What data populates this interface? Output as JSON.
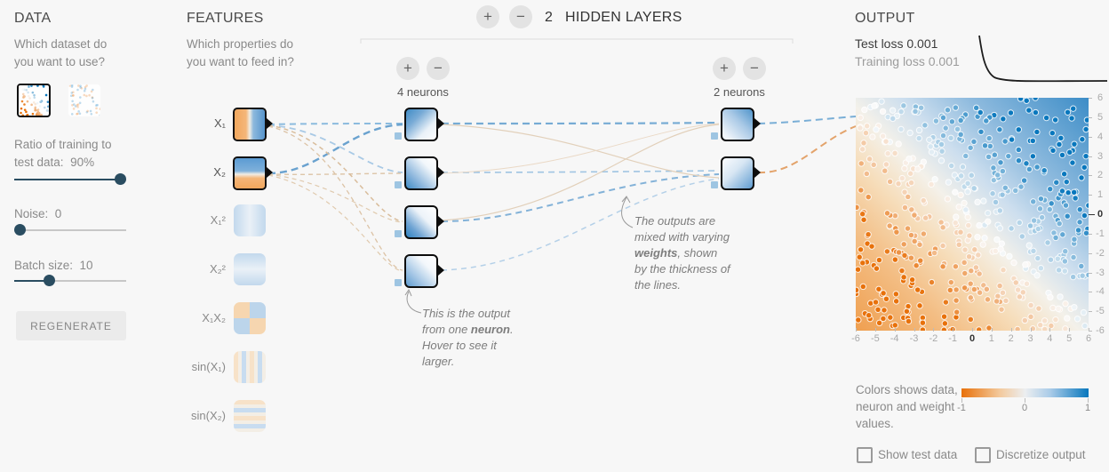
{
  "data_panel": {
    "title": "DATA",
    "question": "Which dataset do you want to use?",
    "ratio_label": "Ratio of training to test data:",
    "ratio_value": "90%",
    "noise_label": "Noise:",
    "noise_value": "0",
    "batch_label": "Batch size:",
    "batch_value": "10",
    "regenerate_label": "REGENERATE",
    "datasets": [
      {
        "name": "plane",
        "selected": true
      },
      {
        "name": "multi-gaussian",
        "selected": false
      }
    ]
  },
  "features_panel": {
    "title": "FEATURES",
    "question": "Which properties do you want to feed in?",
    "items": [
      {
        "label": "X₁",
        "active": true
      },
      {
        "label": "X₂",
        "active": true
      },
      {
        "label": "X₁²",
        "active": false
      },
      {
        "label": "X₂²",
        "active": false
      },
      {
        "label": "X₁X₂",
        "active": false
      },
      {
        "label": "sin(X₁)",
        "active": false
      },
      {
        "label": "sin(X₂)",
        "active": false
      }
    ]
  },
  "network": {
    "plus": "+",
    "minus": "−",
    "layer_count": "2",
    "layers_title": "HIDDEN LAYERS",
    "layers": [
      {
        "neurons_label": "4 neurons"
      },
      {
        "neurons_label": "2 neurons"
      }
    ]
  },
  "callouts": {
    "neuron": {
      "pre": "This is the output from one ",
      "bold": "neuron",
      "post": ". Hover to see it larger."
    },
    "weights": {
      "pre": "The outputs are mixed with varying ",
      "bold": "weights",
      "post": ", shown by the thickness of the lines."
    }
  },
  "output": {
    "title": "OUTPUT",
    "test_loss_label": "Test loss",
    "test_loss_value": "0.001",
    "training_loss_label": "Training loss",
    "training_loss_value": "0.001",
    "x_ticks": [
      "-6",
      "-5",
      "-4",
      "-3",
      "-2",
      "-1",
      "0",
      "1",
      "2",
      "3",
      "4",
      "5",
      "6"
    ],
    "y_ticks": [
      "6",
      "5",
      "4",
      "3",
      "2",
      "1",
      "0",
      "-1",
      "-2",
      "-3",
      "-4",
      "-5",
      "-6"
    ],
    "xlim": [
      -6,
      6
    ],
    "ylim": [
      -6,
      6
    ],
    "legend_text": "Colors shows data, neuron and weight values.",
    "scale_ticks": [
      "-1",
      "0",
      "1"
    ],
    "checkboxes": [
      {
        "label": "Show test data",
        "checked": false
      },
      {
        "label": "Discretize output",
        "checked": false
      }
    ],
    "colors": {
      "negative": "#e8710a",
      "positive": "#0877bd"
    }
  }
}
